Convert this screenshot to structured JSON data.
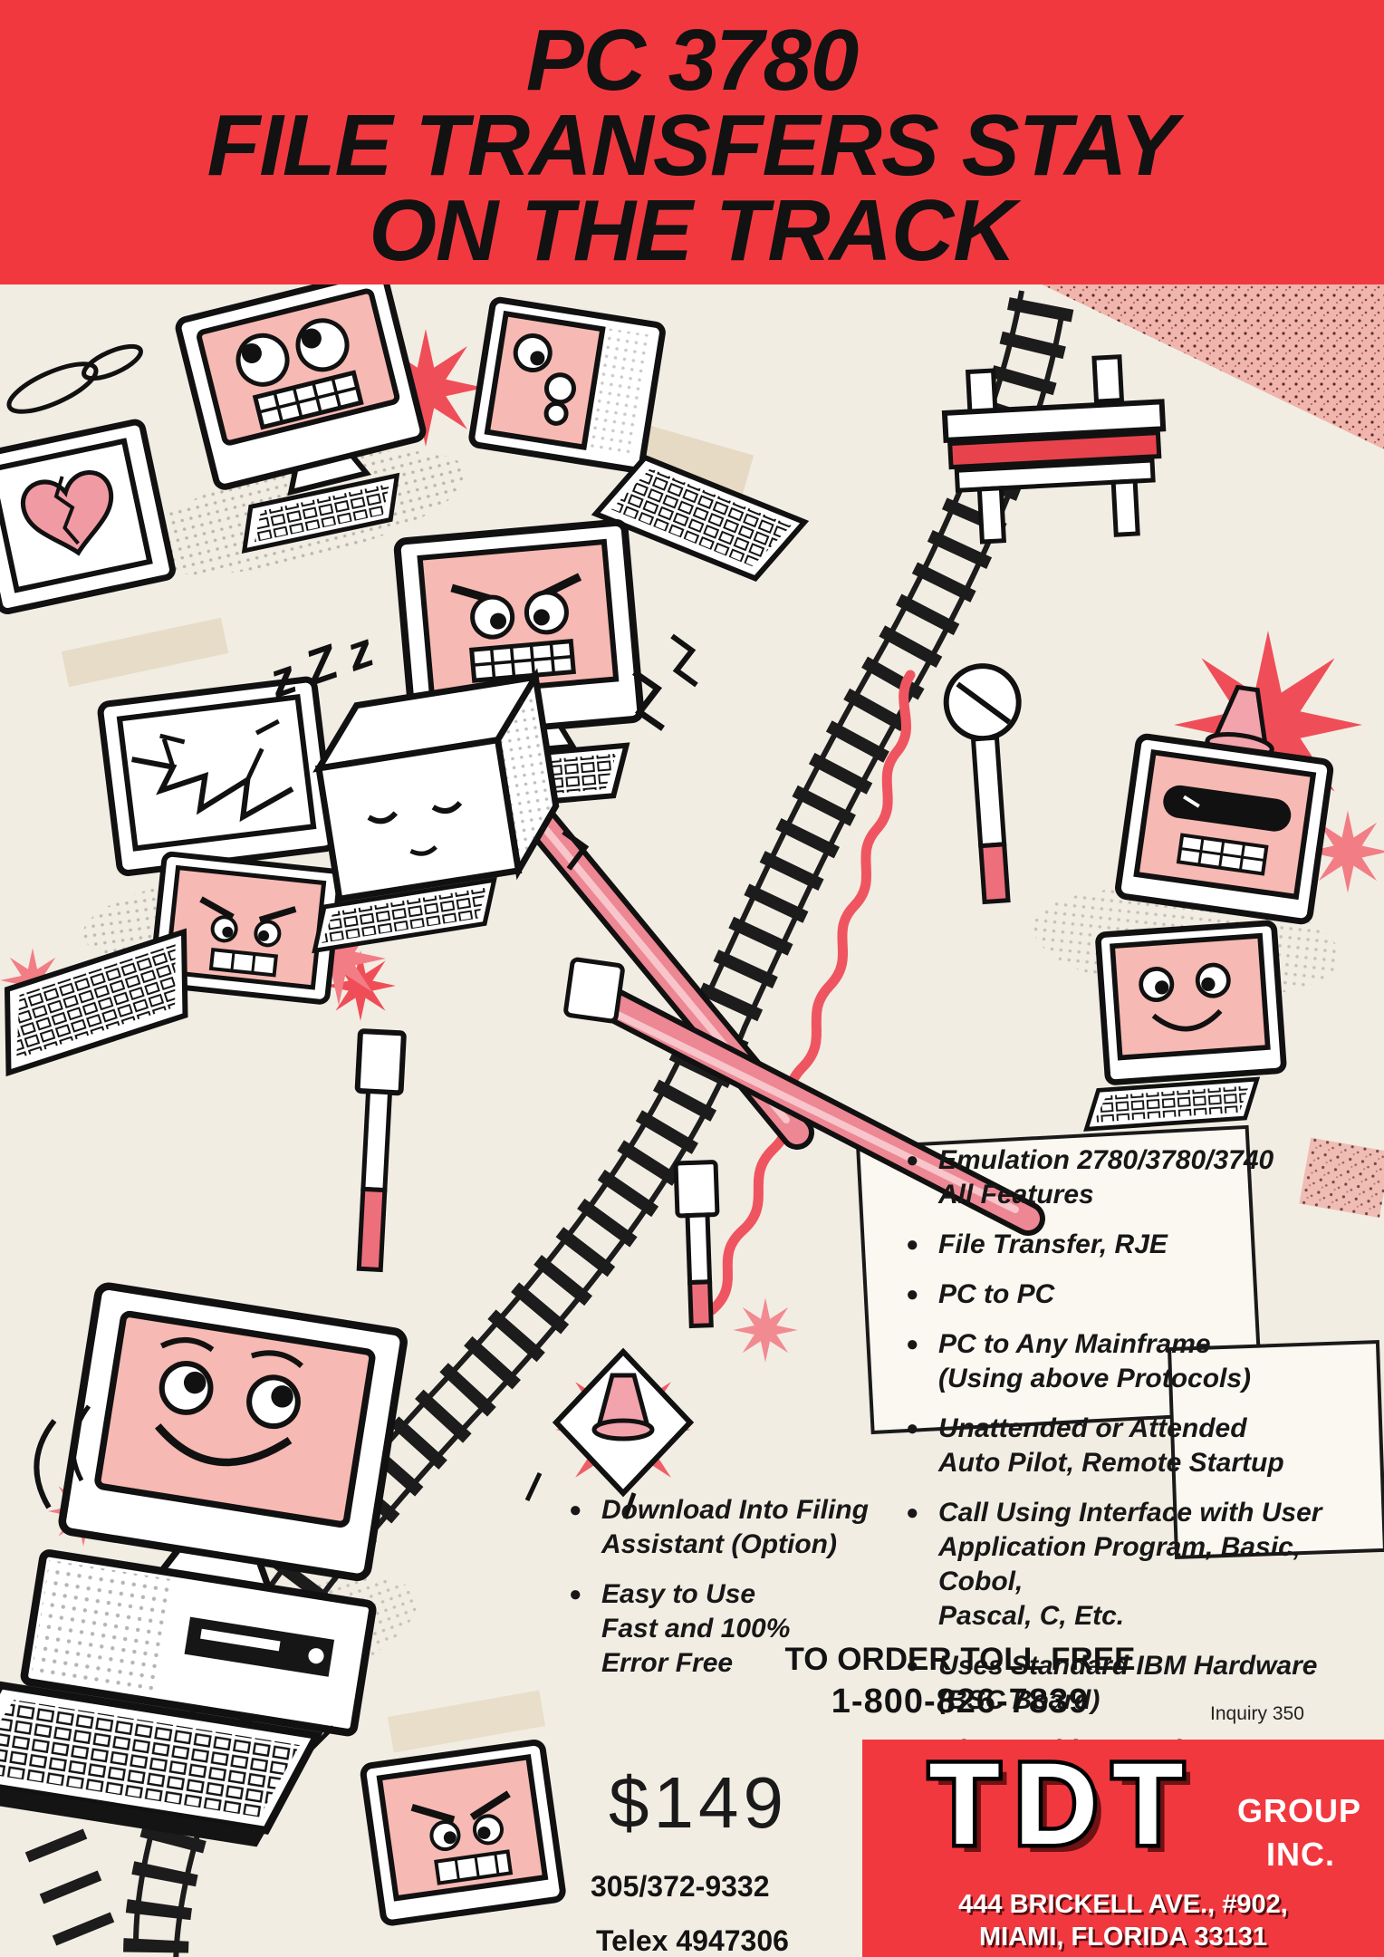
{
  "colors": {
    "banner_red": "#f2383f",
    "screen_pink": "#f6b9b3",
    "burst_red": "#ef4e58",
    "page_cream": "#f2ede3"
  },
  "icons": {
    "bullet": "●"
  },
  "banner": {
    "line1": "PC 3780",
    "line2": "FILE TRANSFERS STAY",
    "line3": "ON THE TRACK"
  },
  "illustration": {
    "sleep_text": "z Z z"
  },
  "features_right": [
    "Emulation 2780/3780/3740\nAll Features",
    "File Transfer, RJE",
    "PC to PC",
    "PC to Any Mainframe\n(Using above Protocols)",
    "Unattended or Attended\nAuto Pilot, Remote Startup",
    "Call Using Interface with User\nApplication Program, Basic, Cobol,\nPascal, C, Etc.",
    "Uses Standard IBM Hardware\n(BSC Board)",
    "Changeable Translate\nTables"
  ],
  "features_left": [
    "Download Into Filing\nAssistant (Option)",
    "Easy to Use\nFast and 100%\nError Free"
  ],
  "order": {
    "heading": "TO ORDER TOLL FREE",
    "phone": "1-800-826-7839",
    "inquiry": "Inquiry 350"
  },
  "pricing": {
    "price": "$149",
    "phone": "305/372-9332",
    "telex": "Telex 4947306"
  },
  "logo": {
    "name": "TDT",
    "group": "GROUP",
    "inc": "INC.",
    "address1": "444 BRICKELL AVE., #902,",
    "address2": "MIAMI, FLORIDA 33131"
  }
}
